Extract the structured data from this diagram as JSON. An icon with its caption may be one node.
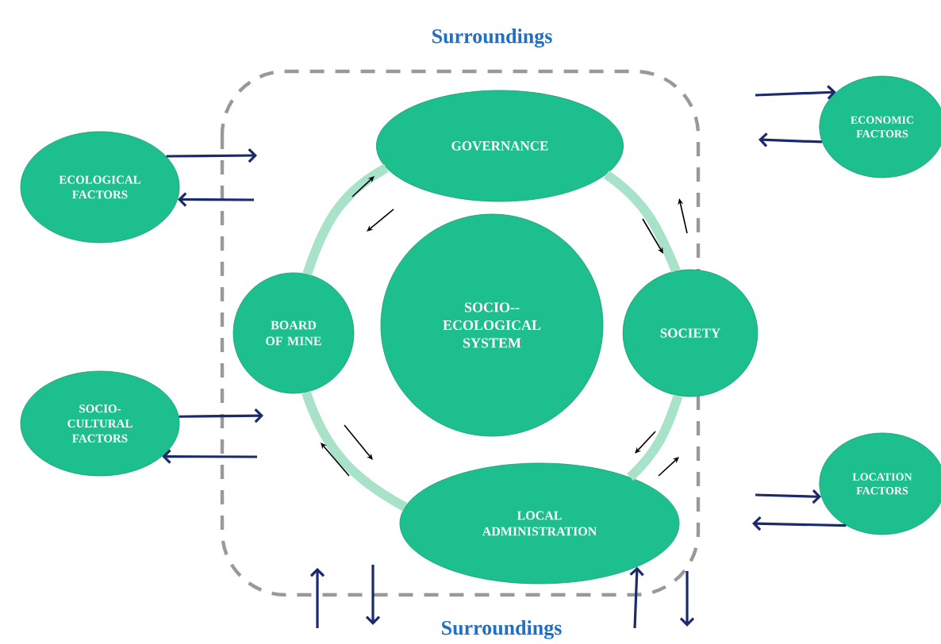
{
  "diagram": {
    "nodes": [
      {
        "text": [
          "ECOLOGICAL FACTORS"
        ]
      },
      {
        "text": [
          "SOCIO- CULTURAL FACTORS"
        ]
      },
      {
        "text": [
          "ECONOMIC FACTORS"
        ]
      },
      {
        "text": [
          "LOCATION FACTORS"
        ]
      },
      {
        "text": [
          "GOVERNANCE"
        ]
      },
      {
        "text": [
          "BOARD OF MINE"
        ]
      },
      {
        "text": [
          "SOCIO-- ECOLOGICAL SYSTEM"
        ]
      },
      {
        "text": [
          "SOCIETY"
        ]
      },
      {
        "text": [
          "LOCAL ADMINISTRATION"
        ]
      }
    ],
    "edges": [
      {
        "from": 0,
        "to": null,
        "arrow": "to"
      },
      {
        "from": null,
        "to": 0,
        "arrow": "to"
      },
      {
        "from": 1,
        "to": null,
        "arrow": "to"
      },
      {
        "from": null,
        "to": 1,
        "arrow": "to"
      },
      {
        "from": null,
        "to": 2,
        "arrow": "to"
      },
      {
        "from": 2,
        "to": null,
        "arrow": "to"
      },
      {
        "from": null,
        "to": 3,
        "arrow": "to"
      },
      {
        "from": 3,
        "to": null,
        "arrow": "to"
      },
      {
        "from": null,
        "to": 8,
        "arrow": "to"
      },
      {
        "from": 4,
        "to": 7,
        "arrow": "none",
        "style": "thick",
        "color": "#a8e2c9"
      },
      {
        "from": 7,
        "to": 8,
        "arrow": "none",
        "style": "thick",
        "color": "#a8e2c9"
      },
      {
        "from": 8,
        "to": 5,
        "arrow": "none",
        "style": "thick",
        "color": "#a8e2c9"
      },
      {
        "from": 5,
        "to": 4,
        "arrow": "none",
        "style": "thick",
        "color": "#a8e2c9"
      }
    ],
    "labels": [
      "Surroundings",
      "Surroundings"
    ]
  }
}
